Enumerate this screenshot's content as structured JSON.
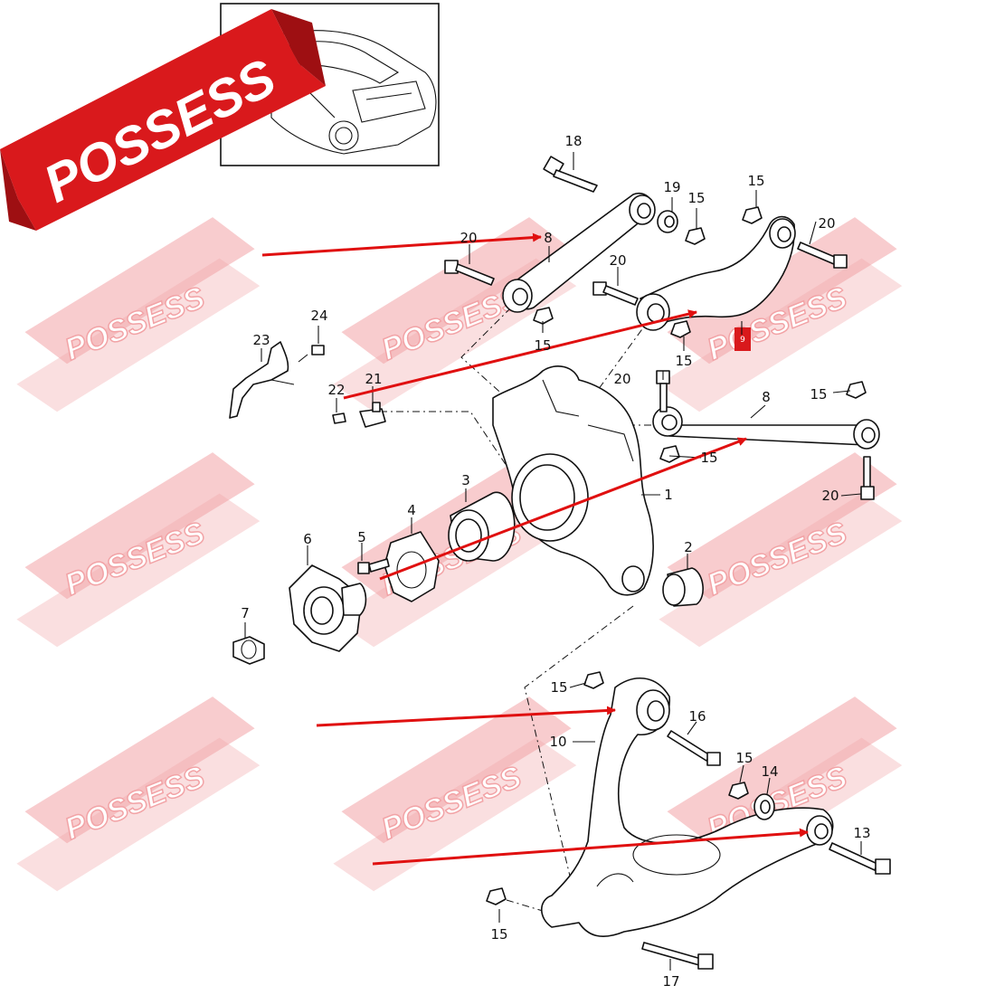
{
  "brand": {
    "name": "POSSESS",
    "banner_color": "#d9191c",
    "watermark_color": "#f2a3a6",
    "arrow_color": "#e01010"
  },
  "callouts": [
    {
      "label": "18"
    },
    {
      "label": "19"
    },
    {
      "label": "15"
    },
    {
      "label": "15"
    },
    {
      "label": "20"
    },
    {
      "label": "20"
    },
    {
      "label": "8"
    },
    {
      "label": "20"
    },
    {
      "label": "15"
    },
    {
      "label": "9"
    },
    {
      "label": "15"
    },
    {
      "label": "24"
    },
    {
      "label": "23"
    },
    {
      "label": "22"
    },
    {
      "label": "21"
    },
    {
      "label": "20"
    },
    {
      "label": "8"
    },
    {
      "label": "15"
    },
    {
      "label": "15"
    },
    {
      "label": "20"
    },
    {
      "label": "1"
    },
    {
      "label": "3"
    },
    {
      "label": "4"
    },
    {
      "label": "5"
    },
    {
      "label": "6"
    },
    {
      "label": "2"
    },
    {
      "label": "7"
    },
    {
      "label": "15"
    },
    {
      "label": "16"
    },
    {
      "label": "10"
    },
    {
      "label": "15"
    },
    {
      "label": "14"
    },
    {
      "label": "13"
    },
    {
      "label": "15"
    },
    {
      "label": "17"
    }
  ]
}
